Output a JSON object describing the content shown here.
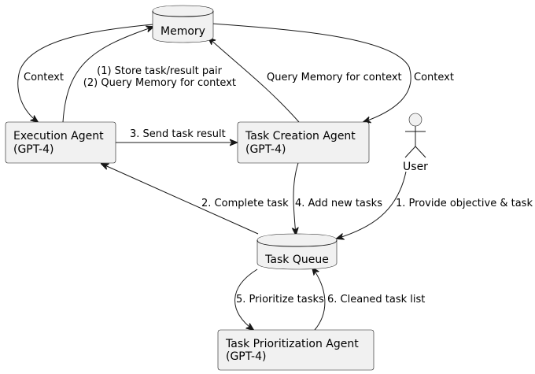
{
  "nodes": {
    "memory": {
      "label": "Memory"
    },
    "execution_agent": {
      "line1": "Execution Agent",
      "line2": "(GPT-4)"
    },
    "task_creation_agent": {
      "line1": "Task Creation Agent",
      "line2": "(GPT-4)"
    },
    "user": {
      "label": "User"
    },
    "task_queue": {
      "label": "Task Queue"
    },
    "task_prioritization_agent": {
      "line1": "Task Prioritization Agent",
      "line2": "(GPT-4)"
    }
  },
  "edges": {
    "memory_to_execution": "Context",
    "execution_to_memory_line1": "(1) Store task/result pair",
    "execution_to_memory_line2": "(2) Query Memory for context",
    "creation_to_memory": "Query Memory for context",
    "memory_to_creation": "Context",
    "execution_to_creation": "3. Send task result",
    "queue_to_execution": "2. Complete task",
    "creation_to_queue": "4. Add new tasks",
    "user_to_queue": "1. Provide objective & task",
    "queue_to_prioritization": "5. Prioritize tasks",
    "prioritization_to_queue": "6. Cleaned task list"
  }
}
